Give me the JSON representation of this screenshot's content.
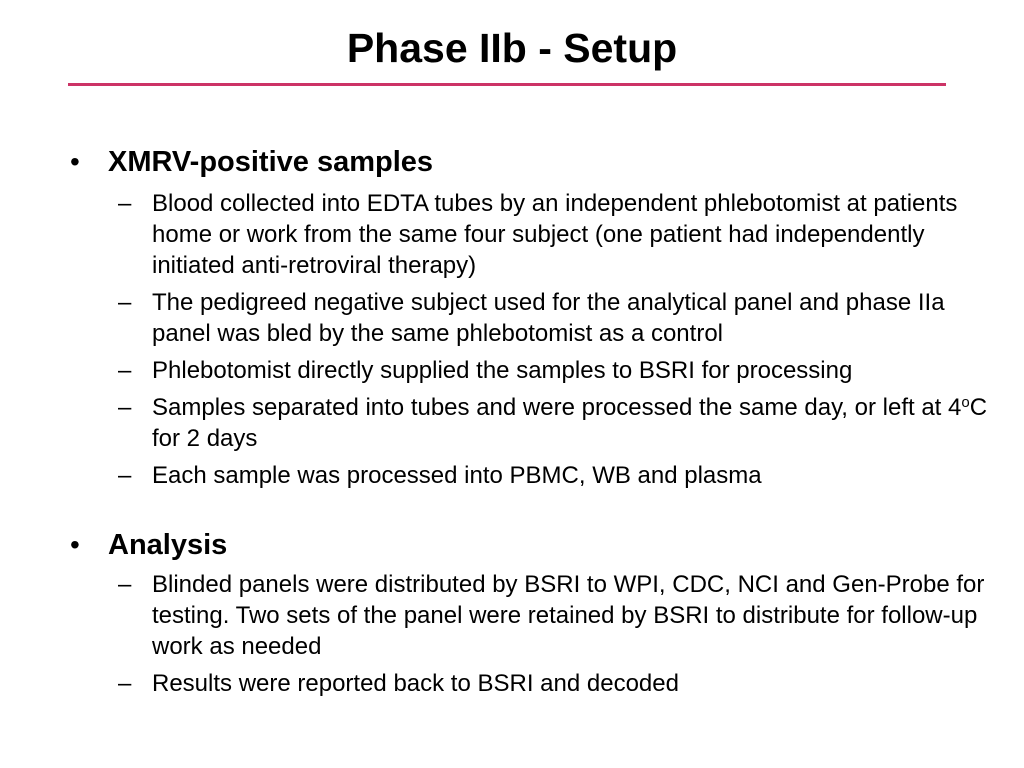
{
  "slide": {
    "title": "Phase IIb - Setup",
    "accent_color": "#cc3366",
    "bullet_symbol": "•",
    "dash_symbol": "–",
    "sections": [
      {
        "heading": "XMRV-positive samples",
        "items": [
          {
            "text": "Blood collected into EDTA tubes by an independent phlebotomist at patients home or work from the same four subject (one patient had independently initiated anti-retroviral therapy)"
          },
          {
            "text": "The pedigreed negative subject used for the analytical panel and phase IIa panel was bled by the same phlebotomist as a control"
          },
          {
            "text": "Phlebotomist directly supplied the samples to BSRI for processing"
          },
          {
            "text_before": "Samples separated into tubes and were processed the same day, or left at 4",
            "superscript": "o",
            "text_after": "C for 2 days"
          },
          {
            "text": "Each sample was processed into PBMC, WB and plasma"
          }
        ]
      },
      {
        "heading": "Analysis",
        "items": [
          {
            "text": "Blinded panels were distributed by BSRI to WPI, CDC, NCI and Gen-Probe for testing. Two sets of the panel were retained by BSRI to distribute for follow-up work as needed"
          },
          {
            "text": "Results were reported back to BSRI and decoded"
          }
        ]
      }
    ]
  }
}
